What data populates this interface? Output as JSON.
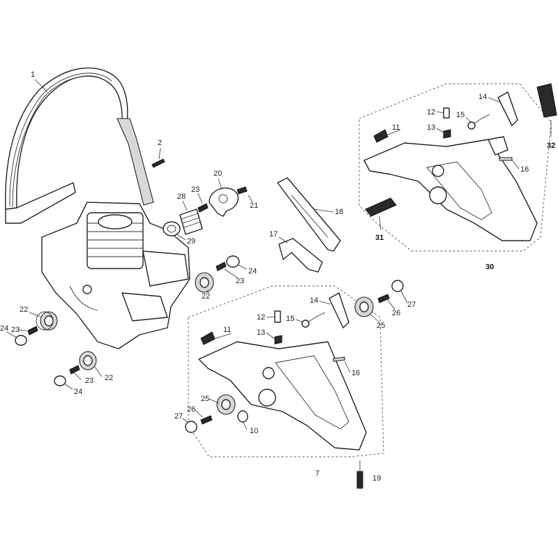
{
  "diagram": {
    "callouts": {
      "c1": "1",
      "c2": "2",
      "c7": "7",
      "c10": "10",
      "c11a": "11",
      "c11b": "11",
      "c12a": "12",
      "c12b": "12",
      "c13a": "13",
      "c13b": "13",
      "c14a": "14",
      "c14b": "14",
      "c15a": "15",
      "c15b": "15",
      "c16a": "16",
      "c16b": "16",
      "c17": "17",
      "c18": "18",
      "c19": "19",
      "c20": "20",
      "c21": "21",
      "c22a": "22",
      "c22b": "22",
      "c22c": "22",
      "c23a": "23",
      "c23b": "23",
      "c23c": "23",
      "c23d": "23",
      "c24a": "24",
      "c24b": "24",
      "c24c": "24",
      "c25a": "25",
      "c25b": "25",
      "c26a": "26",
      "c26b": "26",
      "c27a": "27",
      "c27b": "27",
      "c28": "28",
      "c29": "29",
      "c30": "30",
      "c31": "31",
      "c32": "32"
    }
  }
}
